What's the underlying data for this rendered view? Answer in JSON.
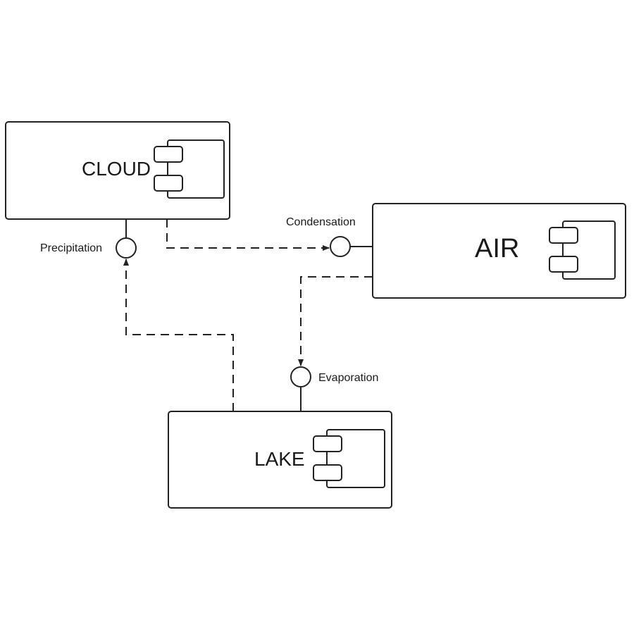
{
  "components": {
    "cloud": {
      "label": "CLOUD"
    },
    "air": {
      "label": "AIR"
    },
    "lake": {
      "label": "LAKE"
    }
  },
  "interfaces": {
    "precipitation": {
      "label": "Precipitation"
    },
    "condensation": {
      "label": "Condensation"
    },
    "evaporation": {
      "label": "Evaporation"
    }
  },
  "colors": {
    "stroke": "#222222",
    "background": "#ffffff"
  }
}
